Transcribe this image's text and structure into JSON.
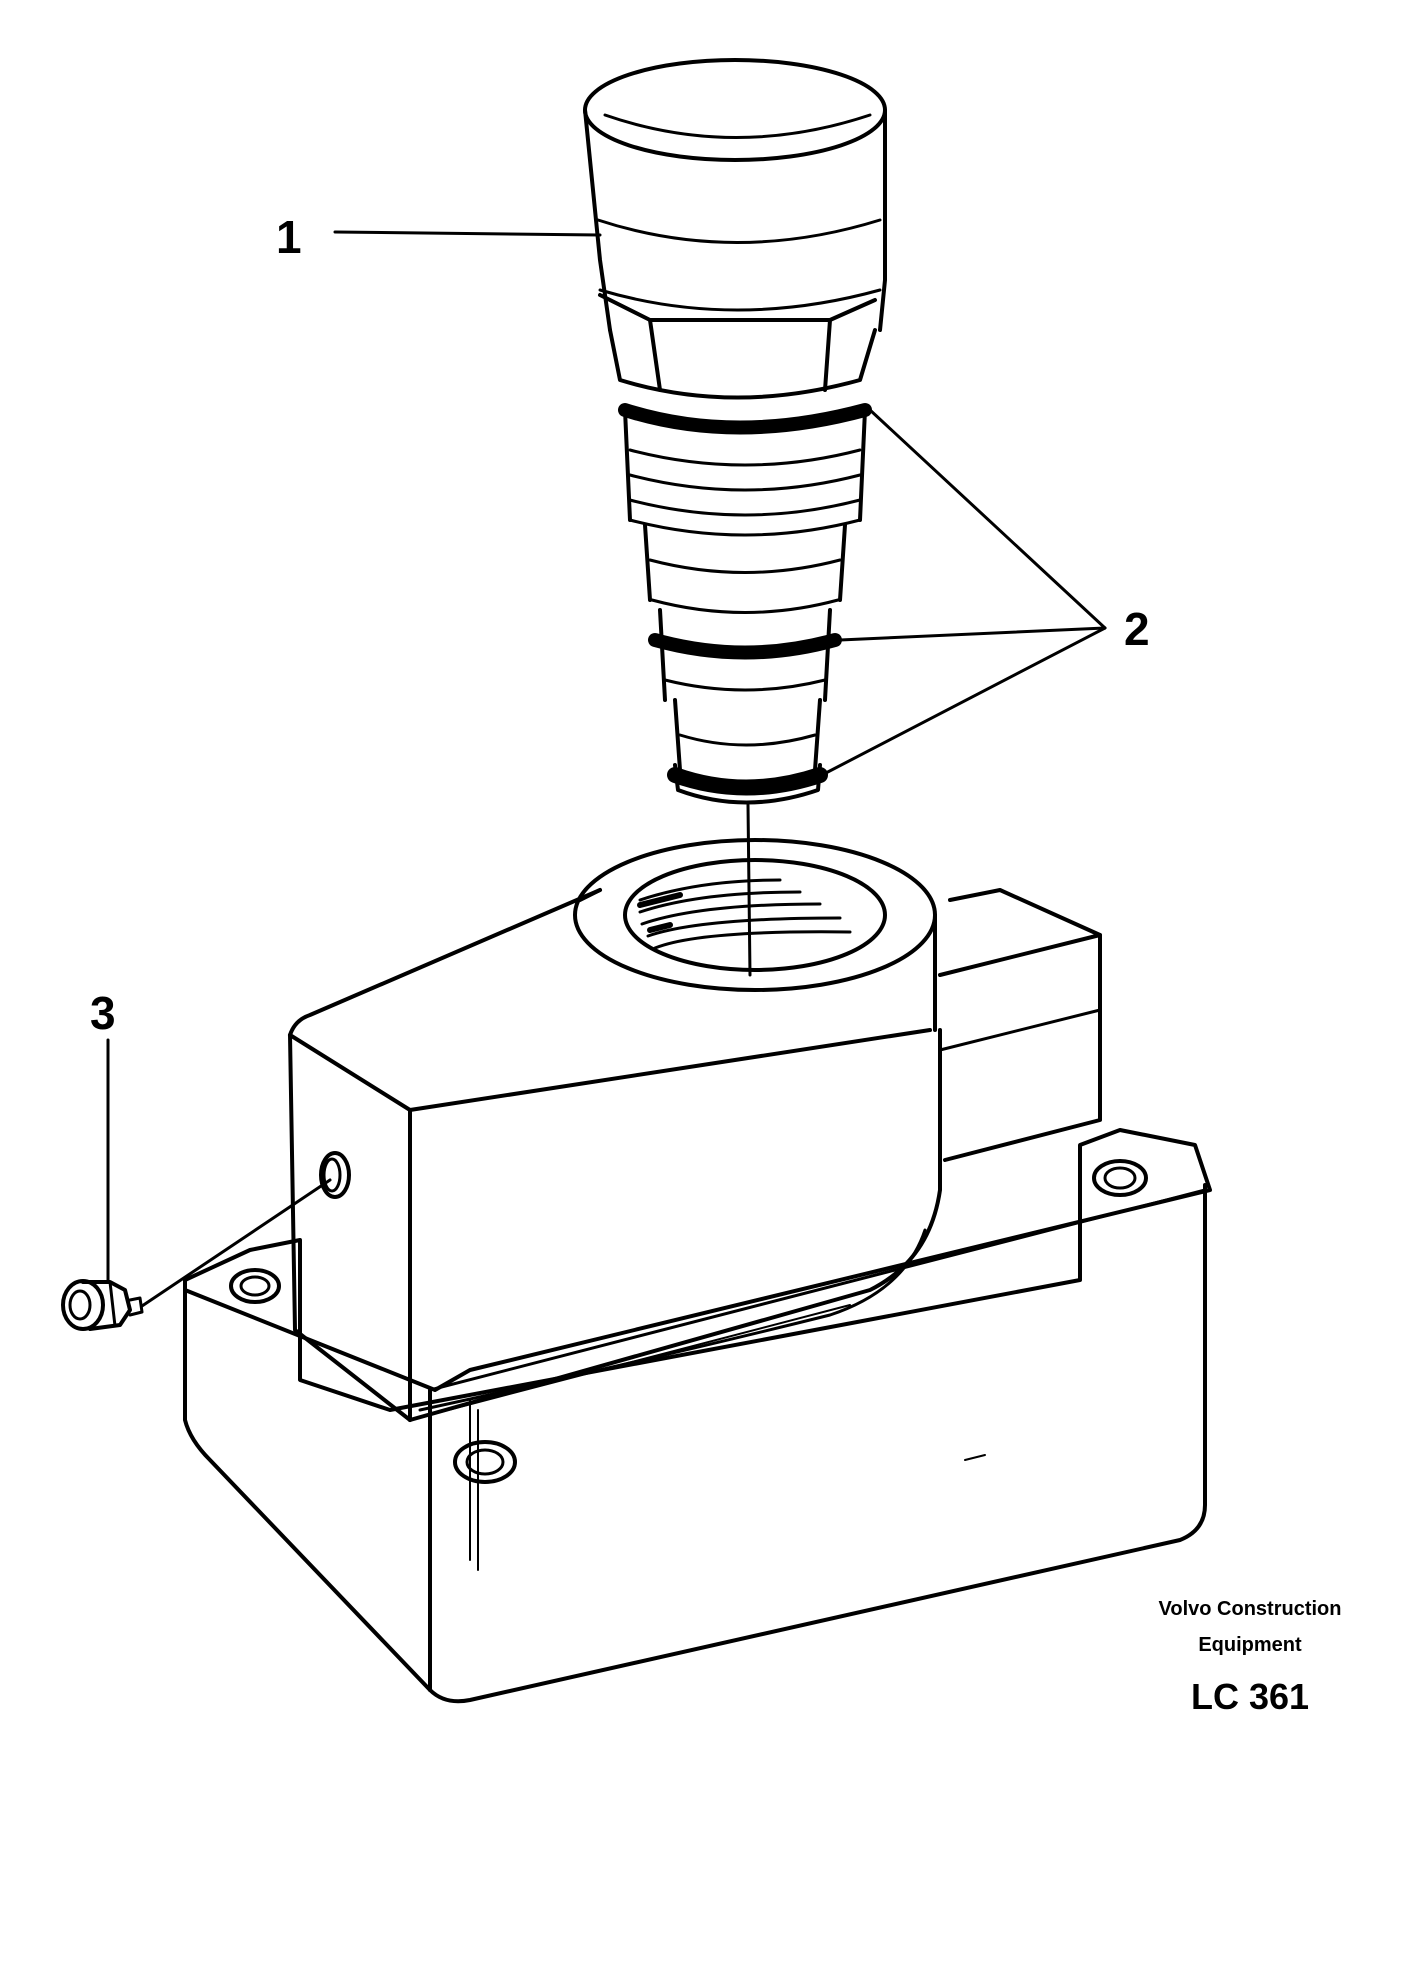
{
  "callouts": {
    "item_1": "1",
    "item_2": "2",
    "item_3": "3"
  },
  "caption": {
    "company_line_1": "Volvo Construction",
    "company_line_2": "Equipment",
    "figure_code": "LC 361"
  },
  "parts": {
    "item_1_icon": "relief-valve-cartridge-icon",
    "item_2_icon": "o-ring-icon",
    "item_3_icon": "plug-icon",
    "housing_icon": "valve-housing-icon"
  },
  "colors": {
    "ink": "#000000",
    "paper": "#ffffff"
  }
}
